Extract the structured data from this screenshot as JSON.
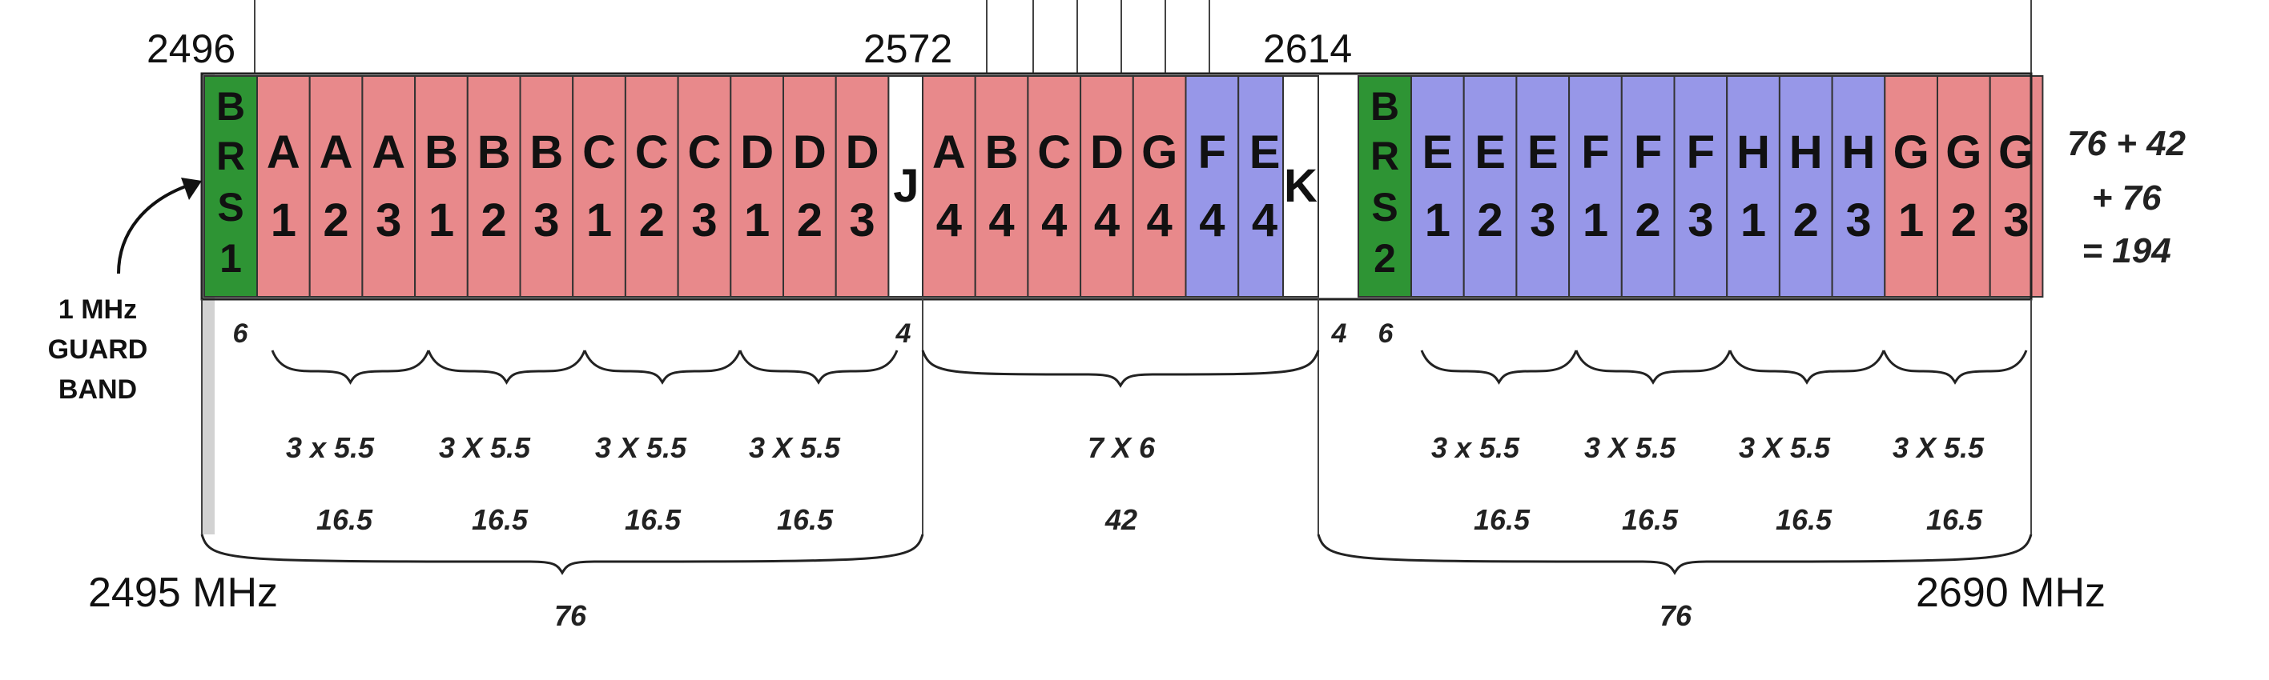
{
  "colors": {
    "pink": "#e8898b",
    "blue": "#9797e8",
    "green": "#2e9434",
    "white": "#ffffff",
    "grey": "#d2d2d2"
  },
  "channels": [
    {
      "l1": "B",
      "l2": "R",
      "l3": "S",
      "l4": "1",
      "color": "green"
    },
    {
      "l1": "A",
      "l2": "1",
      "color": "pink"
    },
    {
      "l1": "A",
      "l2": "2",
      "color": "pink"
    },
    {
      "l1": "A",
      "l2": "3",
      "color": "pink"
    },
    {
      "l1": "B",
      "l2": "1",
      "color": "pink"
    },
    {
      "l1": "B",
      "l2": "2",
      "color": "pink"
    },
    {
      "l1": "B",
      "l2": "3",
      "color": "pink"
    },
    {
      "l1": "C",
      "l2": "1",
      "color": "pink"
    },
    {
      "l1": "C",
      "l2": "2",
      "color": "pink"
    },
    {
      "l1": "C",
      "l2": "3",
      "color": "pink"
    },
    {
      "l1": "D",
      "l2": "1",
      "color": "pink"
    },
    {
      "l1": "D",
      "l2": "2",
      "color": "pink"
    },
    {
      "l1": "D",
      "l2": "3",
      "color": "pink"
    },
    {
      "l1": "J",
      "color": "white"
    },
    {
      "l1": "A",
      "l2": "4",
      "color": "pink"
    },
    {
      "l1": "B",
      "l2": "4",
      "color": "pink"
    },
    {
      "l1": "C",
      "l2": "4",
      "color": "pink"
    },
    {
      "l1": "D",
      "l2": "4",
      "color": "pink"
    },
    {
      "l1": "G",
      "l2": "4",
      "color": "pink"
    },
    {
      "l1": "F",
      "l2": "4",
      "color": "blue"
    },
    {
      "l1": "E",
      "l2": "4",
      "color": "blue"
    },
    {
      "l1": "K",
      "color": "white"
    },
    {
      "l1": "B",
      "l2": "R",
      "l3": "S",
      "l4": "2",
      "color": "green"
    },
    {
      "l1": "E",
      "l2": "1",
      "color": "blue"
    },
    {
      "l1": "E",
      "l2": "2",
      "color": "blue"
    },
    {
      "l1": "E",
      "l2": "3",
      "color": "blue"
    },
    {
      "l1": "F",
      "l2": "1",
      "color": "blue"
    },
    {
      "l1": "F",
      "l2": "2",
      "color": "blue"
    },
    {
      "l1": "F",
      "l2": "3",
      "color": "blue"
    },
    {
      "l1": "H",
      "l2": "1",
      "color": "blue"
    },
    {
      "l1": "H",
      "l2": "2",
      "color": "blue"
    },
    {
      "l1": "H",
      "l2": "3",
      "color": "blue"
    },
    {
      "l1": "G",
      "l2": "1",
      "color": "pink"
    },
    {
      "l1": "G",
      "l2": "2",
      "color": "pink"
    },
    {
      "l1": "G",
      "l2": "3",
      "color": "pink"
    }
  ],
  "freq_labels": {
    "f2496": "2496",
    "f2572": "2572",
    "f2614": "2614",
    "f2495": "2495 MHz",
    "f2690": "2690 MHz"
  },
  "guard_band": {
    "line1": "1 MHz",
    "line2": "GUARD",
    "line3": "BAND"
  },
  "total": {
    "line1": "76 + 42",
    "line2": "+ 76",
    "line3": "= 194"
  },
  "widths": {
    "brs1": "6",
    "j": "4",
    "k": "4",
    "brs2": "6"
  },
  "lower_groups": [
    {
      "mult": "3 x 5.5",
      "sum": "16.5"
    },
    {
      "mult": "3 X 5.5",
      "sum": "16.5"
    },
    {
      "mult": "3 X 5.5",
      "sum": "16.5"
    },
    {
      "mult": "3 X 5.5",
      "sum": "16.5"
    }
  ],
  "middle_group": {
    "mult": "7 X 6",
    "sum": "42"
  },
  "upper_groups": [
    {
      "mult": "3 x 5.5",
      "sum": "16.5"
    },
    {
      "mult": "3 X 5.5",
      "sum": "16.5"
    },
    {
      "mult": "3 X 5.5",
      "sum": "16.5"
    },
    {
      "mult": "3 X 5.5",
      "sum": "16.5"
    }
  ],
  "band_totals": {
    "lower": "76",
    "upper": "76"
  }
}
